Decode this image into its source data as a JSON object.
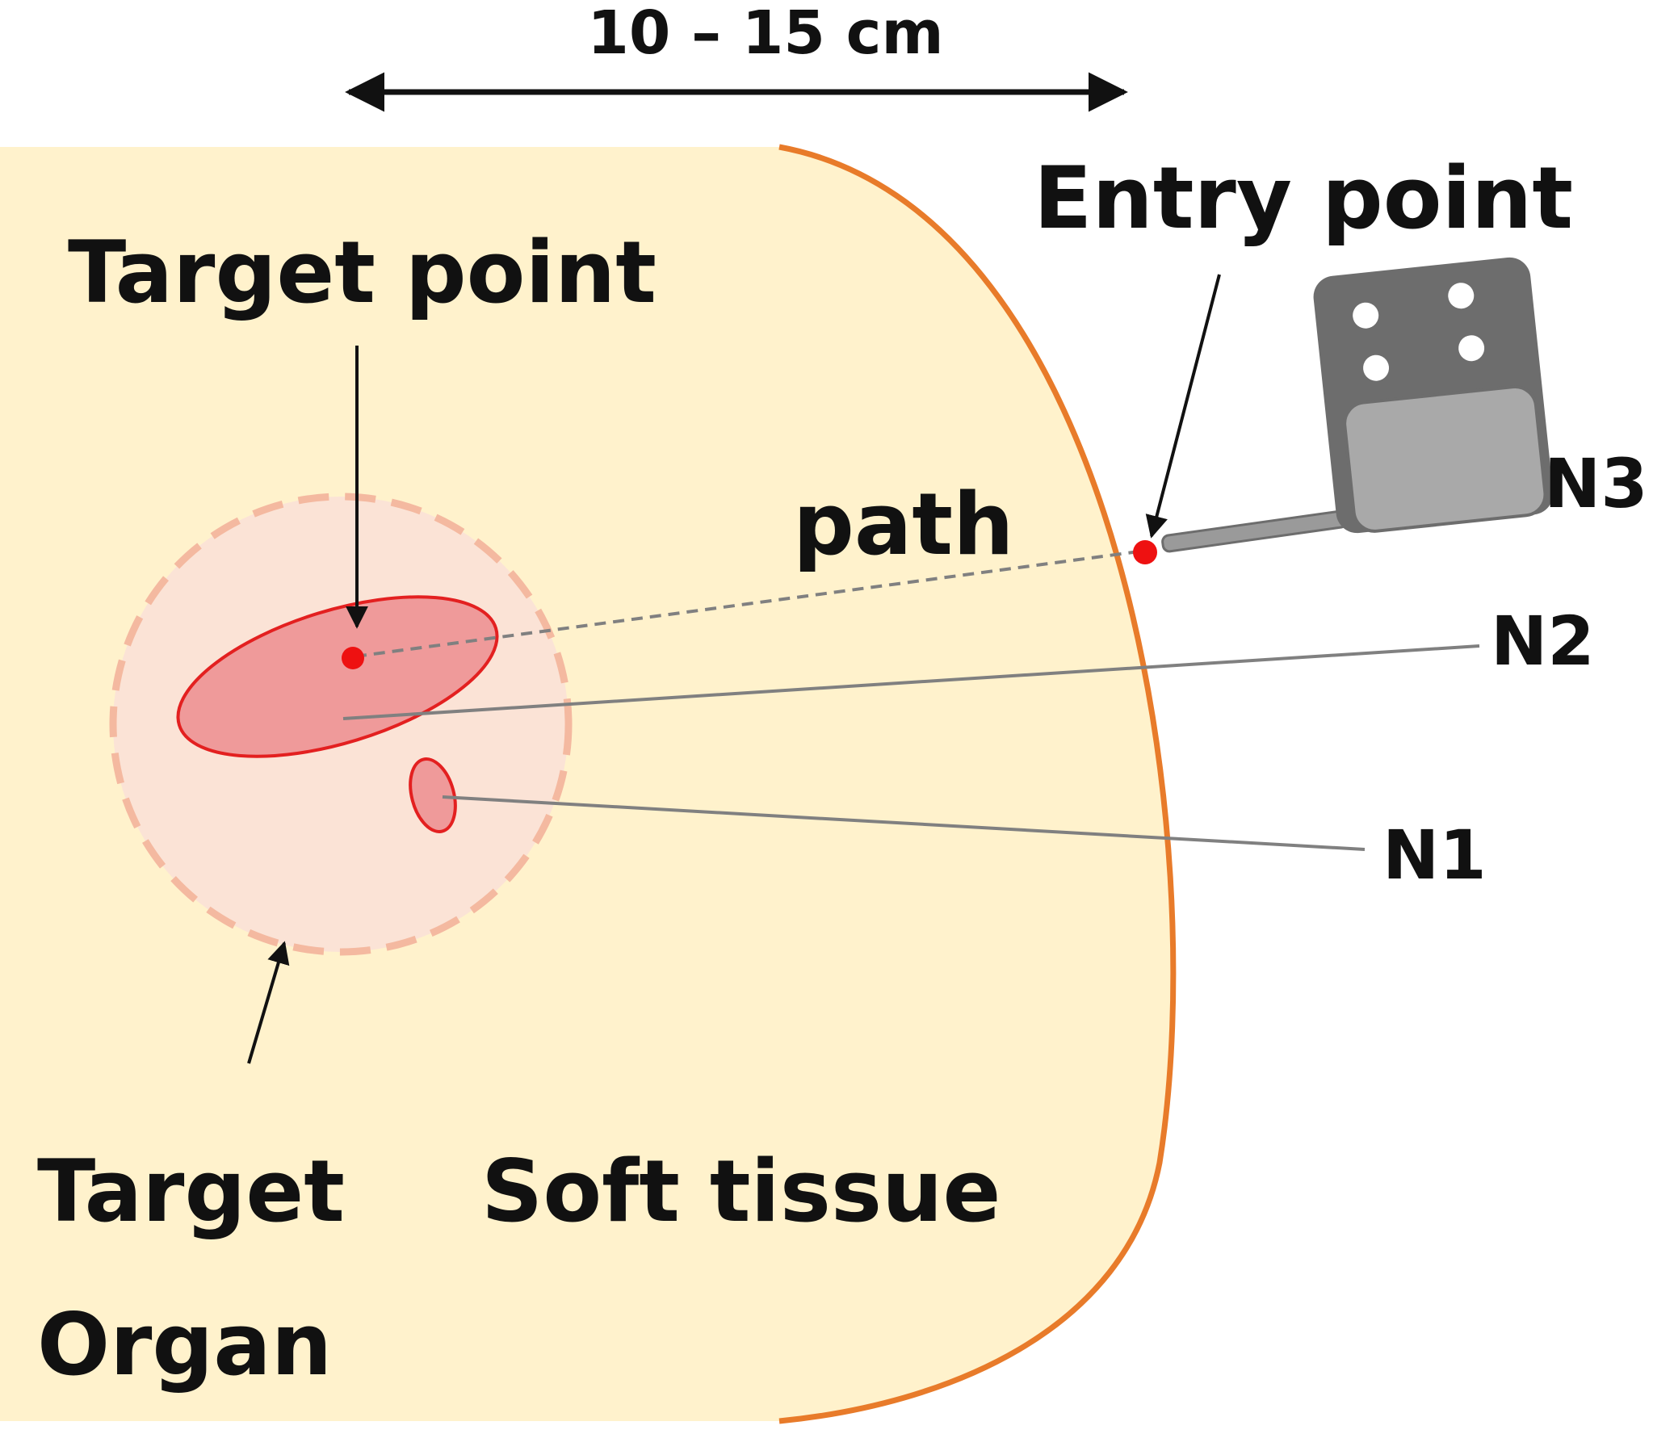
{
  "labels": {
    "dimension": "10 – 15 cm",
    "target_point": "Target point",
    "entry_point": "Entry point",
    "path": "path",
    "target_organ_line1": "Target",
    "target_organ_line2": "Organ",
    "soft_tissue": "Soft tissue",
    "n1": "N1",
    "n2": "N2",
    "n3": "N3"
  },
  "colors": {
    "soft_tissue_fill": "#fff2cc",
    "skin_outline": "#e87b2a",
    "organ_fill": "#fbe3d6",
    "organ_outline": "#f4b9a0",
    "lesion_fill": "#ef9a9a",
    "lesion_outline": "#e32020",
    "point_red": "#ee1111",
    "needle_gray": "#808080",
    "device_dark": "#6d6d6d",
    "device_light": "#a9a9a9",
    "text": "#111111"
  }
}
